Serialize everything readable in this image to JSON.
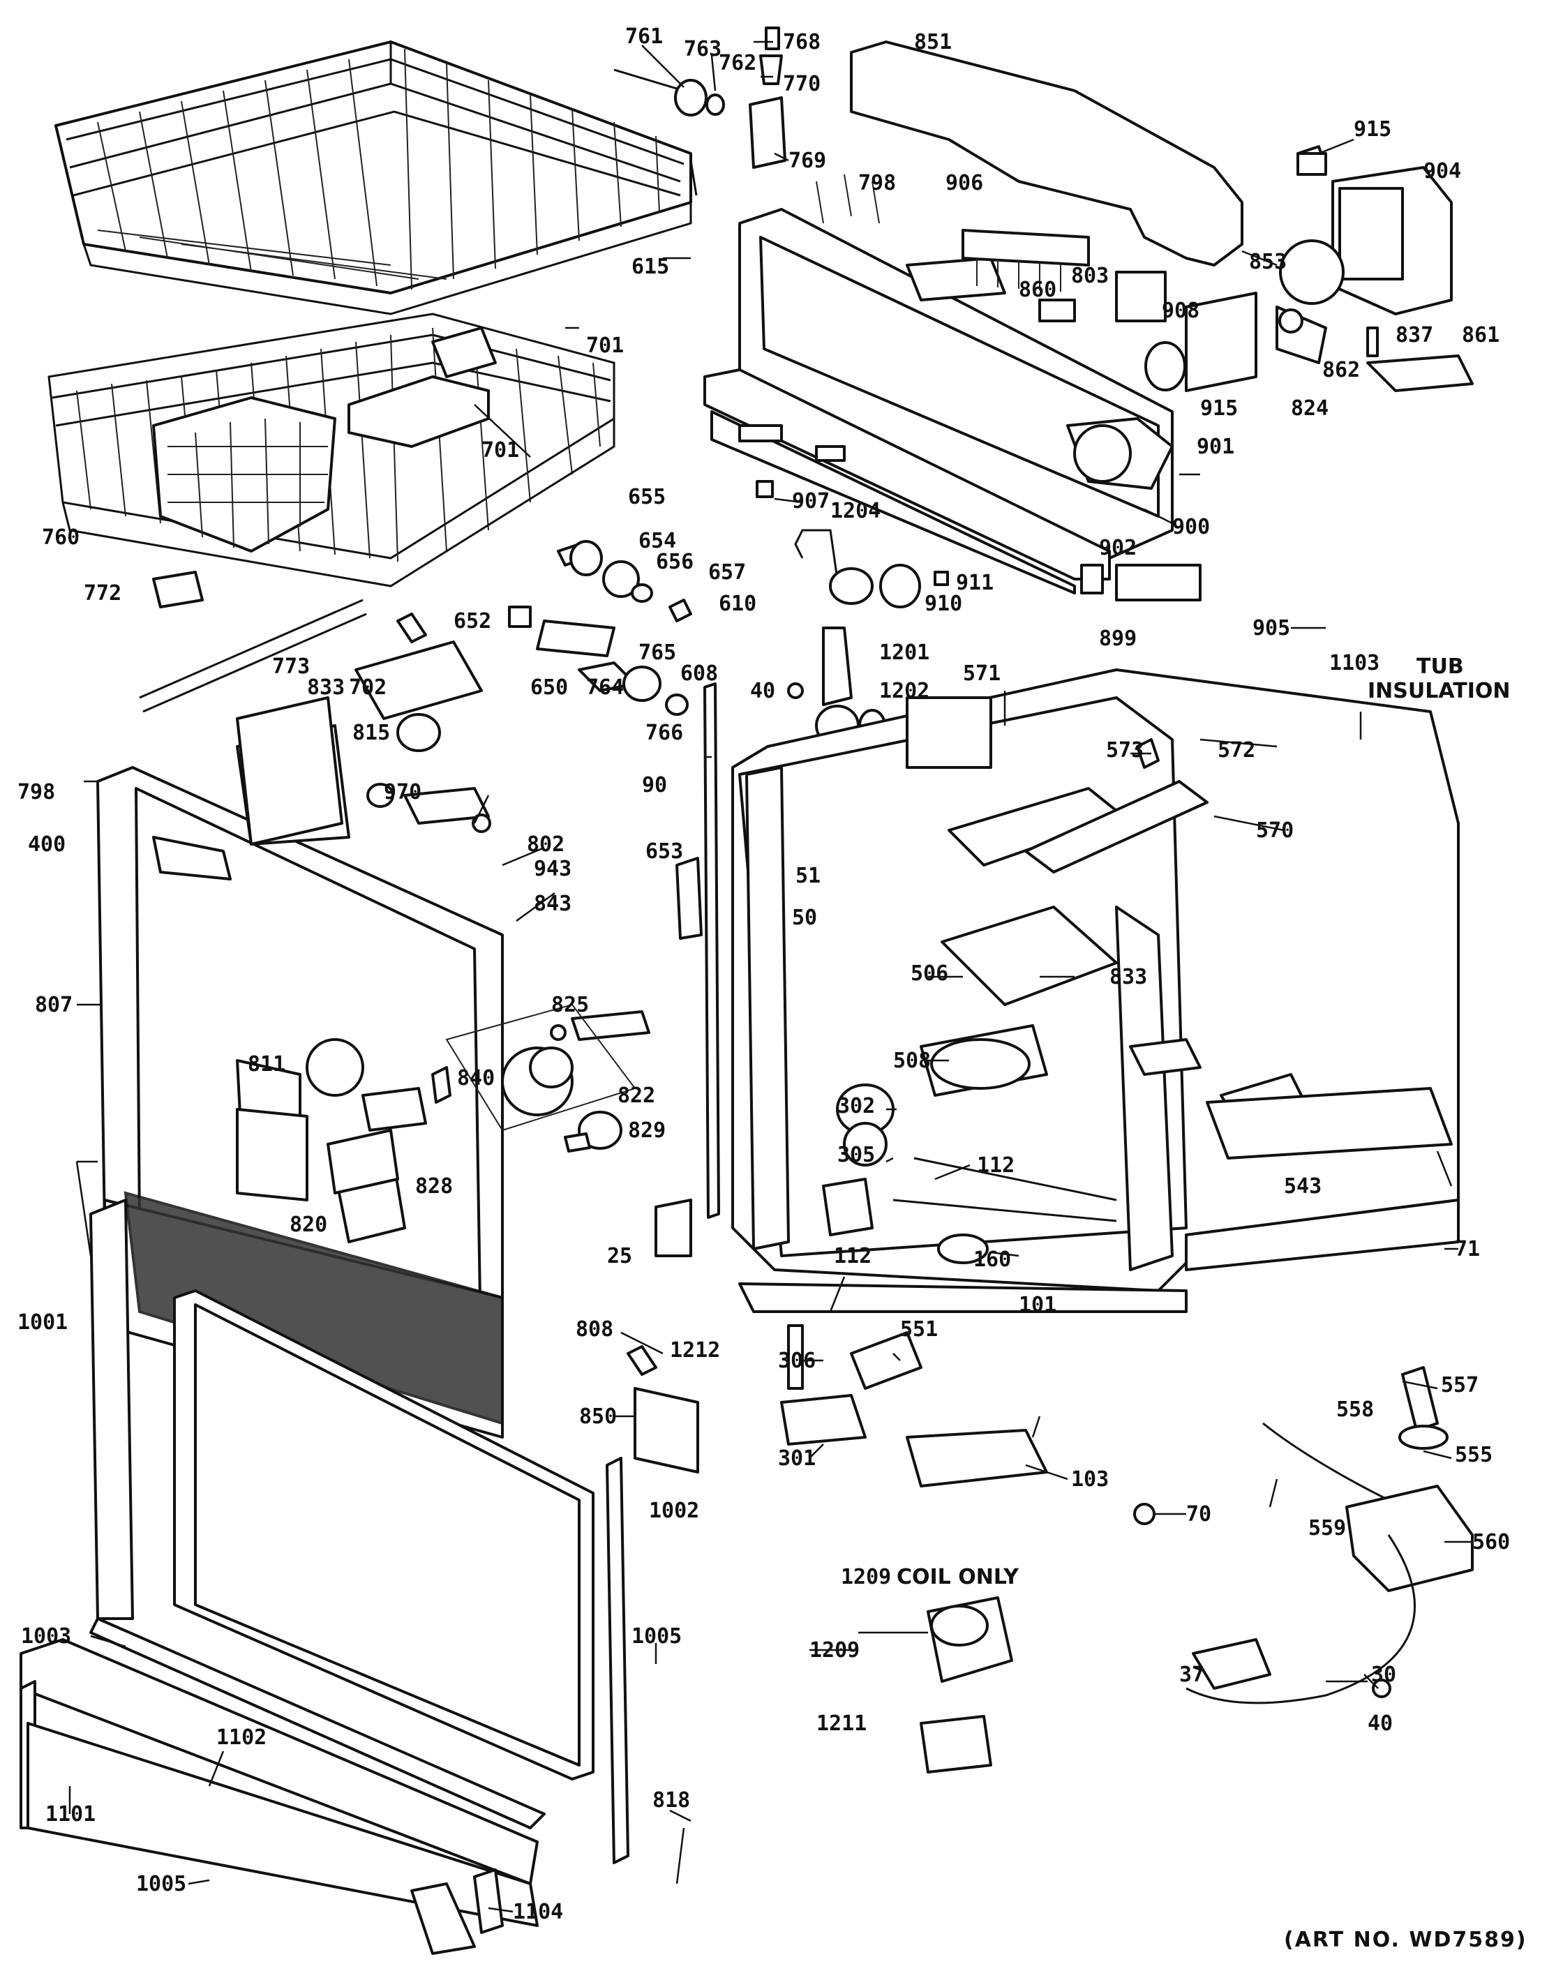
{
  "diagram": {
    "note_tub_insulation_line1": "TUB",
    "note_tub_insulation_line2": "INSULATION",
    "note_coil_only": "COIL ONLY",
    "art_number": "(ART NO. WD7589)",
    "parts": [
      {
        "id": "p761",
        "number": "761"
      },
      {
        "id": "p763",
        "number": "763"
      },
      {
        "id": "p762",
        "number": "762"
      },
      {
        "id": "p768",
        "number": "768"
      },
      {
        "id": "p770",
        "number": "770"
      },
      {
        "id": "p769",
        "number": "769"
      },
      {
        "id": "p851",
        "number": "851"
      },
      {
        "id": "p915a",
        "number": "915"
      },
      {
        "id": "p904",
        "number": "904"
      },
      {
        "id": "p615",
        "number": "615"
      },
      {
        "id": "p798a",
        "number": "798"
      },
      {
        "id": "p906",
        "number": "906"
      },
      {
        "id": "p853",
        "number": "853"
      },
      {
        "id": "p860",
        "number": "860"
      },
      {
        "id": "p803",
        "number": "803"
      },
      {
        "id": "p908",
        "number": "908"
      },
      {
        "id": "p837",
        "number": "837"
      },
      {
        "id": "p861",
        "number": "861"
      },
      {
        "id": "p701a",
        "number": "701"
      },
      {
        "id": "p915b",
        "number": "915"
      },
      {
        "id": "p824",
        "number": "824"
      },
      {
        "id": "p862",
        "number": "862"
      },
      {
        "id": "p701b",
        "number": "701"
      },
      {
        "id": "p901",
        "number": "901"
      },
      {
        "id": "p760",
        "number": "760"
      },
      {
        "id": "p907",
        "number": "907"
      },
      {
        "id": "p1204",
        "number": "1204"
      },
      {
        "id": "p900",
        "number": "900"
      },
      {
        "id": "p655",
        "number": "655"
      },
      {
        "id": "p654",
        "number": "654"
      },
      {
        "id": "p656",
        "number": "656"
      },
      {
        "id": "p657",
        "number": "657"
      },
      {
        "id": "p902",
        "number": "902"
      },
      {
        "id": "p772",
        "number": "772"
      },
      {
        "id": "p610",
        "number": "610"
      },
      {
        "id": "p911",
        "number": "911"
      },
      {
        "id": "p910",
        "number": "910"
      },
      {
        "id": "p652",
        "number": "652"
      },
      {
        "id": "p899",
        "number": "899"
      },
      {
        "id": "p905",
        "number": "905"
      },
      {
        "id": "p1201",
        "number": "1201"
      },
      {
        "id": "p765",
        "number": "765"
      },
      {
        "id": "p773",
        "number": "773"
      },
      {
        "id": "p650",
        "number": "650"
      },
      {
        "id": "p702",
        "number": "702"
      },
      {
        "id": "p764",
        "number": "764"
      },
      {
        "id": "p608",
        "number": "608"
      },
      {
        "id": "p1103",
        "number": "1103"
      },
      {
        "id": "p571",
        "number": "571"
      },
      {
        "id": "p833a",
        "number": "833"
      },
      {
        "id": "p40a",
        "number": "40"
      },
      {
        "id": "p1202",
        "number": "1202"
      },
      {
        "id": "p766",
        "number": "766"
      },
      {
        "id": "p815",
        "number": "815"
      },
      {
        "id": "p573",
        "number": "573"
      },
      {
        "id": "p572",
        "number": "572"
      },
      {
        "id": "p90",
        "number": "90"
      },
      {
        "id": "p798b",
        "number": "798"
      },
      {
        "id": "p970",
        "number": "970"
      },
      {
        "id": "p570",
        "number": "570"
      },
      {
        "id": "p400",
        "number": "400"
      },
      {
        "id": "p802",
        "number": "802"
      },
      {
        "id": "p653",
        "number": "653"
      },
      {
        "id": "p943",
        "number": "943"
      },
      {
        "id": "p51",
        "number": "51"
      },
      {
        "id": "p843",
        "number": "843"
      },
      {
        "id": "p50",
        "number": "50"
      },
      {
        "id": "p506",
        "number": "506"
      },
      {
        "id": "p833b",
        "number": "833"
      },
      {
        "id": "p807",
        "number": "807"
      },
      {
        "id": "p825",
        "number": "825"
      },
      {
        "id": "p811",
        "number": "811"
      },
      {
        "id": "p840",
        "number": "840"
      },
      {
        "id": "p508",
        "number": "508"
      },
      {
        "id": "p822",
        "number": "822"
      },
      {
        "id": "p302",
        "number": "302"
      },
      {
        "id": "p829",
        "number": "829"
      },
      {
        "id": "p305",
        "number": "305"
      },
      {
        "id": "p543",
        "number": "543"
      },
      {
        "id": "p112a",
        "number": "112"
      },
      {
        "id": "p828",
        "number": "828"
      },
      {
        "id": "p820",
        "number": "820"
      },
      {
        "id": "p25",
        "number": "25"
      },
      {
        "id": "p112b",
        "number": "112"
      },
      {
        "id": "p160",
        "number": "160"
      },
      {
        "id": "p71",
        "number": "71"
      },
      {
        "id": "p1001",
        "number": "1001"
      },
      {
        "id": "p101",
        "number": "101"
      },
      {
        "id": "p808",
        "number": "808"
      },
      {
        "id": "p551",
        "number": "551"
      },
      {
        "id": "p1212",
        "number": "1212"
      },
      {
        "id": "p306",
        "number": "306"
      },
      {
        "id": "p557",
        "number": "557"
      },
      {
        "id": "p850",
        "number": "850"
      },
      {
        "id": "p558",
        "number": "558"
      },
      {
        "id": "p555",
        "number": "555"
      },
      {
        "id": "p301",
        "number": "301"
      },
      {
        "id": "p103",
        "number": "103"
      },
      {
        "id": "p70",
        "number": "70"
      },
      {
        "id": "p1002",
        "number": "1002"
      },
      {
        "id": "p559",
        "number": "559"
      },
      {
        "id": "p560",
        "number": "560"
      },
      {
        "id": "p1209a",
        "number": "1209"
      },
      {
        "id": "p1209b",
        "number": "1209"
      },
      {
        "id": "p1003",
        "number": "1003"
      },
      {
        "id": "p1005a",
        "number": "1005"
      },
      {
        "id": "p37",
        "number": "37"
      },
      {
        "id": "p30",
        "number": "30"
      },
      {
        "id": "p1211",
        "number": "1211"
      },
      {
        "id": "p40b",
        "number": "40"
      },
      {
        "id": "p1102",
        "number": "1102"
      },
      {
        "id": "p1101",
        "number": "1101"
      },
      {
        "id": "p818",
        "number": "818"
      },
      {
        "id": "p1005b",
        "number": "1005"
      },
      {
        "id": "p1104",
        "number": "1104"
      }
    ]
  }
}
